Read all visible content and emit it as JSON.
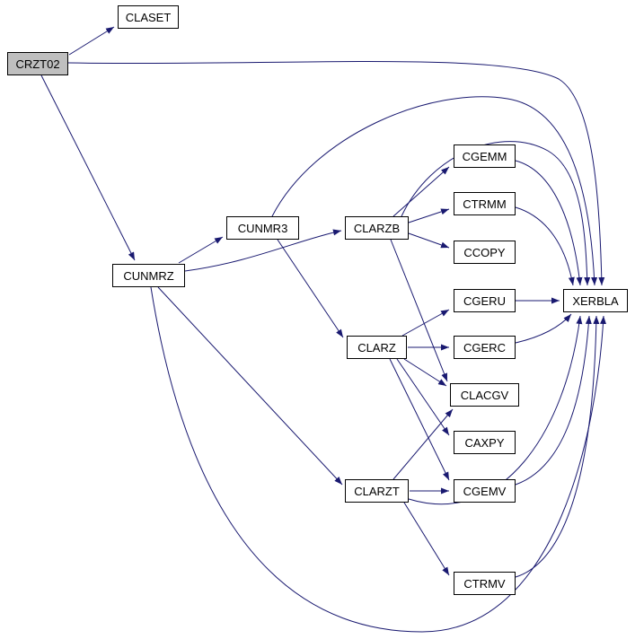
{
  "diagram": {
    "type": "call-graph",
    "edge_color": "#191970",
    "node_border_color": "#000000",
    "highlight_fill": "#bfbfbf",
    "background": "#ffffff"
  },
  "nodes": [
    {
      "id": "CLASET",
      "label": "CLASET",
      "highlighted": false
    },
    {
      "id": "CRZT02",
      "label": "CRZT02",
      "highlighted": true
    },
    {
      "id": "CGEMM",
      "label": "CGEMM",
      "highlighted": false
    },
    {
      "id": "CTRMM",
      "label": "CTRMM",
      "highlighted": false
    },
    {
      "id": "CUNMR3",
      "label": "CUNMR3",
      "highlighted": false
    },
    {
      "id": "CLARZB",
      "label": "CLARZB",
      "highlighted": false
    },
    {
      "id": "CCOPY",
      "label": "CCOPY",
      "highlighted": false
    },
    {
      "id": "CUNMRZ",
      "label": "CUNMRZ",
      "highlighted": false
    },
    {
      "id": "CGERU",
      "label": "CGERU",
      "highlighted": false
    },
    {
      "id": "XERBLA",
      "label": "XERBLA",
      "highlighted": false
    },
    {
      "id": "CLARZ",
      "label": "CLARZ",
      "highlighted": false
    },
    {
      "id": "CGERC",
      "label": "CGERC",
      "highlighted": false
    },
    {
      "id": "CLACGV",
      "label": "CLACGV",
      "highlighted": false
    },
    {
      "id": "CAXPY",
      "label": "CAXPY",
      "highlighted": false
    },
    {
      "id": "CLARZT",
      "label": "CLARZT",
      "highlighted": false
    },
    {
      "id": "CGEMV",
      "label": "CGEMV",
      "highlighted": false
    },
    {
      "id": "CTRMV",
      "label": "CTRMV",
      "highlighted": false
    }
  ],
  "edges": [
    {
      "from": "CRZT02",
      "to": "CLASET"
    },
    {
      "from": "CRZT02",
      "to": "CUNMRZ"
    },
    {
      "from": "CRZT02",
      "to": "XERBLA"
    },
    {
      "from": "CUNMRZ",
      "to": "CUNMR3"
    },
    {
      "from": "CUNMRZ",
      "to": "CLARZB"
    },
    {
      "from": "CUNMRZ",
      "to": "CLARZT"
    },
    {
      "from": "CUNMRZ",
      "to": "XERBLA"
    },
    {
      "from": "CUNMR3",
      "to": "CLARZ"
    },
    {
      "from": "CUNMR3",
      "to": "XERBLA"
    },
    {
      "from": "CLARZB",
      "to": "CGEMM"
    },
    {
      "from": "CLARZB",
      "to": "CTRMM"
    },
    {
      "from": "CLARZB",
      "to": "CCOPY"
    },
    {
      "from": "CLARZB",
      "to": "CLACGV"
    },
    {
      "from": "CLARZB",
      "to": "XERBLA"
    },
    {
      "from": "CLARZ",
      "to": "CGERU"
    },
    {
      "from": "CLARZ",
      "to": "CGERC"
    },
    {
      "from": "CLARZ",
      "to": "CLACGV"
    },
    {
      "from": "CLARZ",
      "to": "CAXPY"
    },
    {
      "from": "CLARZ",
      "to": "CGEMV"
    },
    {
      "from": "CLARZT",
      "to": "CGEMV"
    },
    {
      "from": "CLARZT",
      "to": "CTRMV"
    },
    {
      "from": "CLARZT",
      "to": "CLACGV"
    },
    {
      "from": "CLARZT",
      "to": "XERBLA"
    },
    {
      "from": "CGEMM",
      "to": "XERBLA"
    },
    {
      "from": "CTRMM",
      "to": "XERBLA"
    },
    {
      "from": "CGERU",
      "to": "XERBLA"
    },
    {
      "from": "CGERC",
      "to": "XERBLA"
    },
    {
      "from": "CGEMV",
      "to": "XERBLA"
    },
    {
      "from": "CTRMV",
      "to": "XERBLA"
    }
  ]
}
